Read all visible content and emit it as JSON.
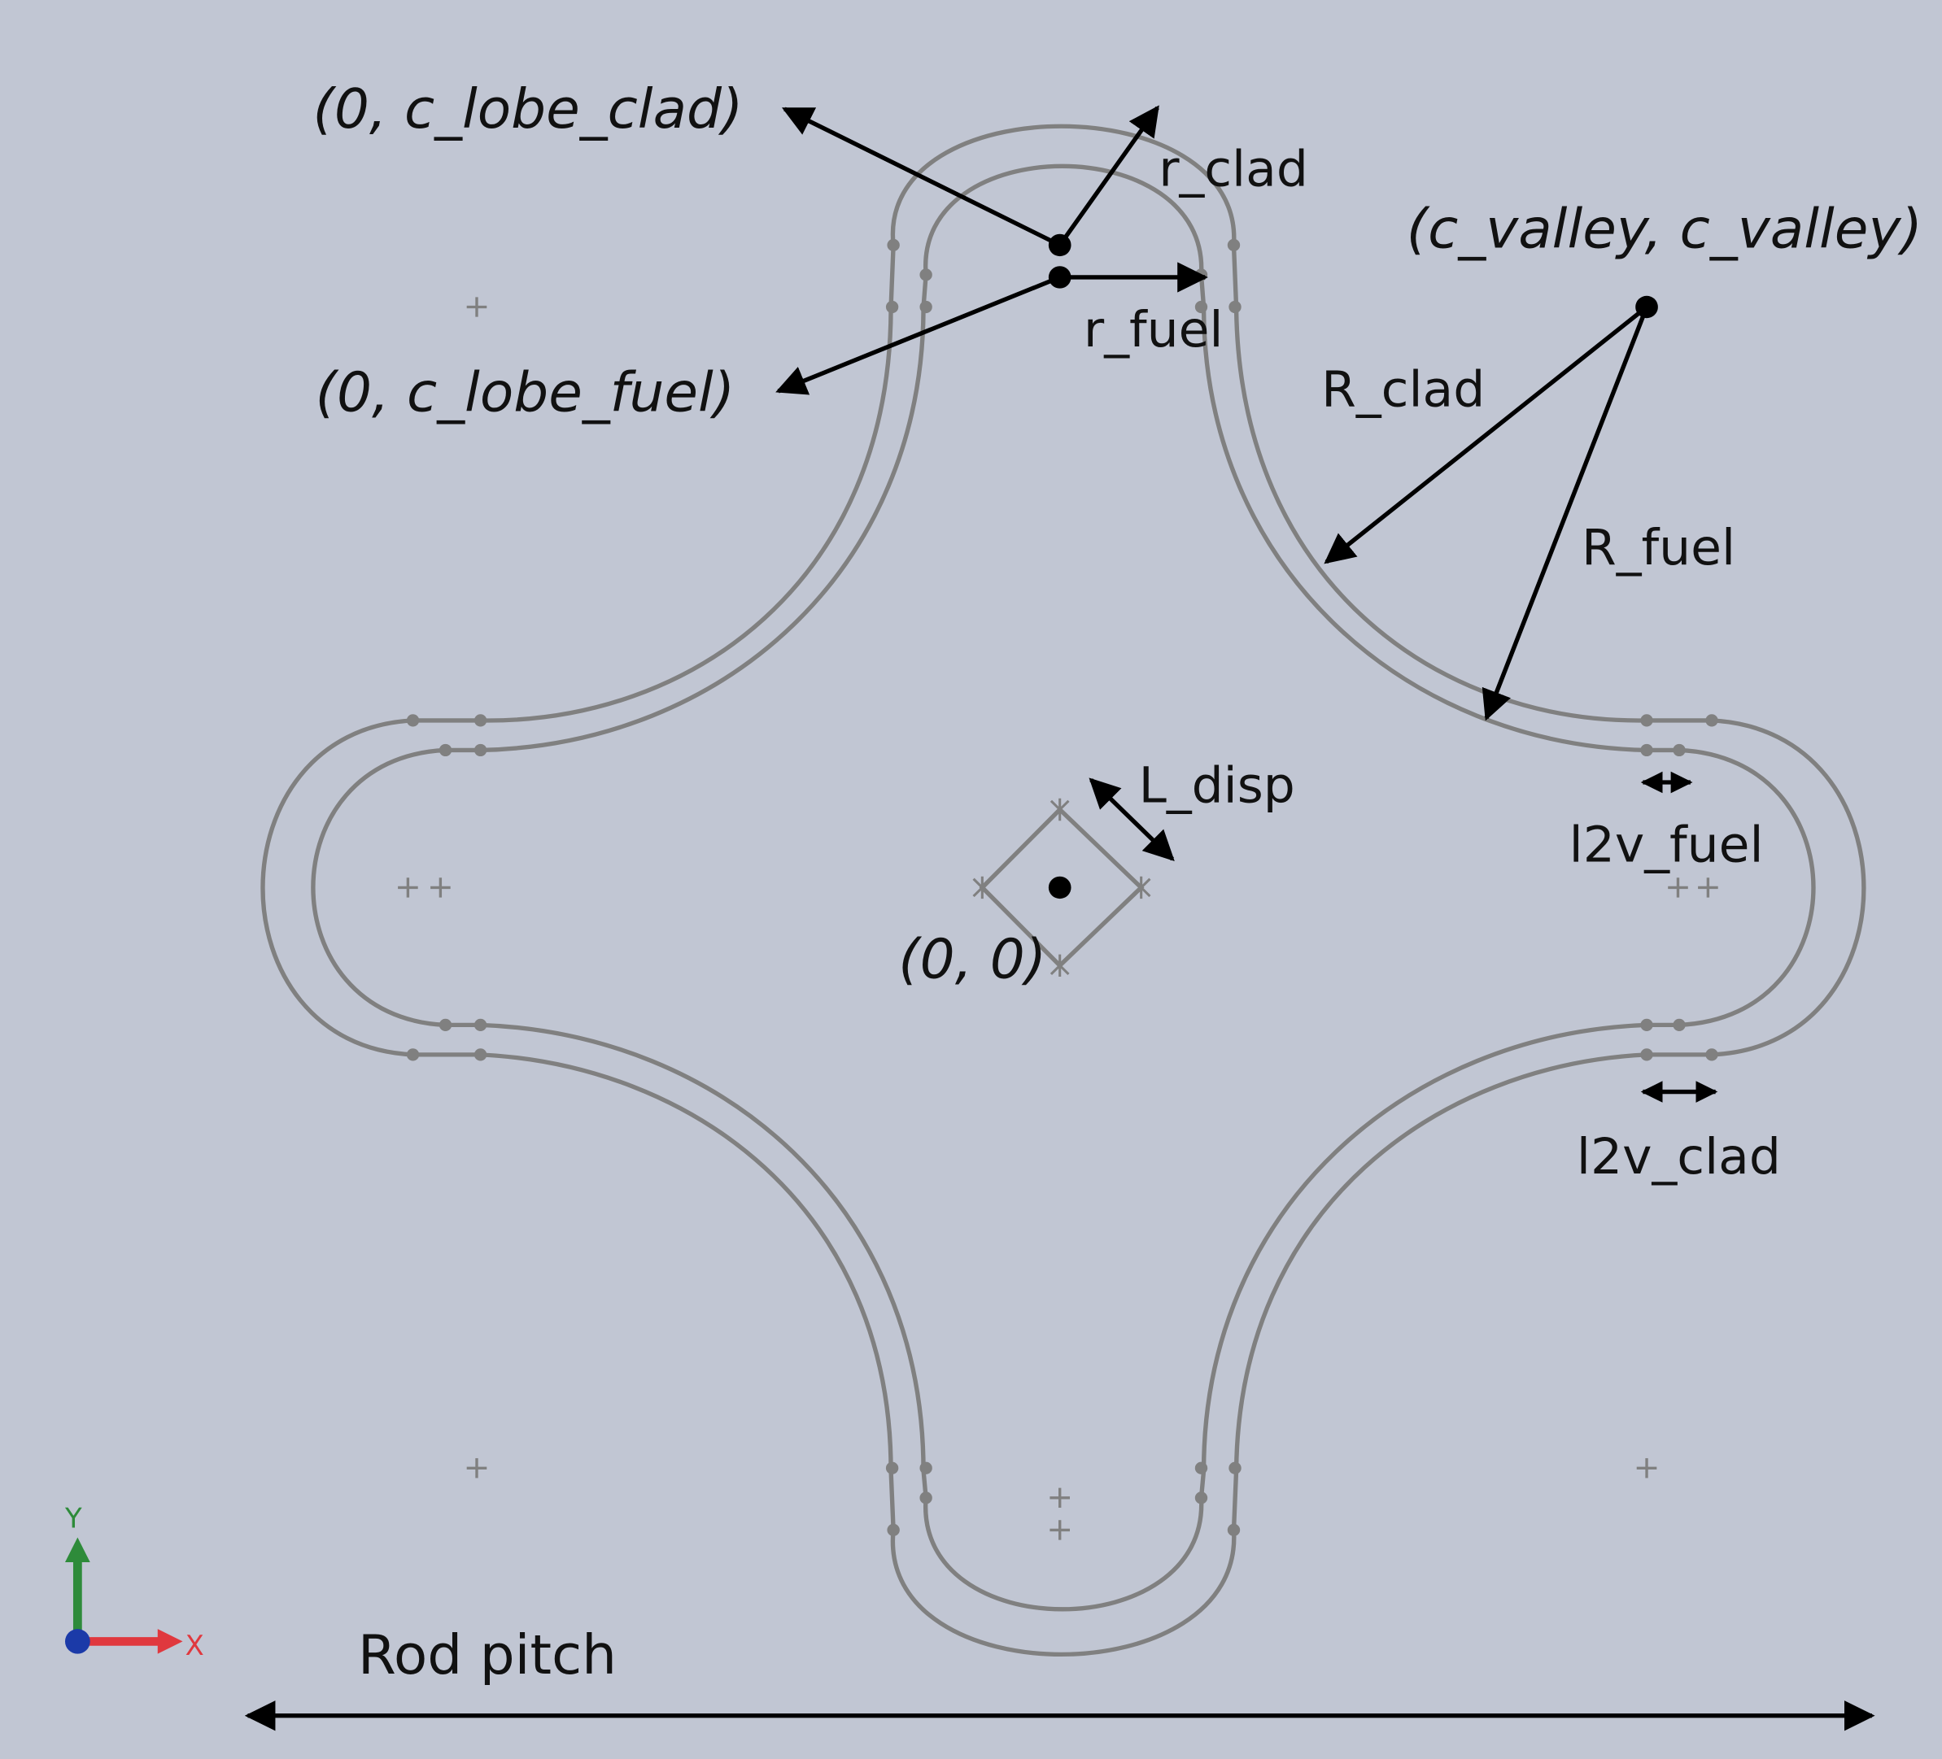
{
  "colors": {
    "background": "#c1c6d3",
    "outline": "#808080",
    "annotation": "#000000",
    "axis_y": "#2e8b3a",
    "axis_x": "#e0383e",
    "axis_origin": "#1b3aa8"
  },
  "labels": {
    "lobe_clad_center": "(0, c_lobe_clad)",
    "lobe_fuel_center": "(0, c_lobe_fuel)",
    "r_clad": "r_clad",
    "r_fuel": "r_fuel",
    "valley_center": "(c_valley, c_valley)",
    "R_clad": "R_clad",
    "R_fuel": "R_fuel",
    "l_disp": "L_disp",
    "origin": "(0, 0)",
    "l2v_fuel": "l2v_fuel",
    "l2v_clad": "l2v_clad",
    "rod_pitch": "Rod pitch"
  },
  "axes": {
    "y_label": "Y",
    "x_label": "X"
  },
  "icons": {
    "triad": "coordinate-triad-icon",
    "construction_point": "plus-icon"
  }
}
